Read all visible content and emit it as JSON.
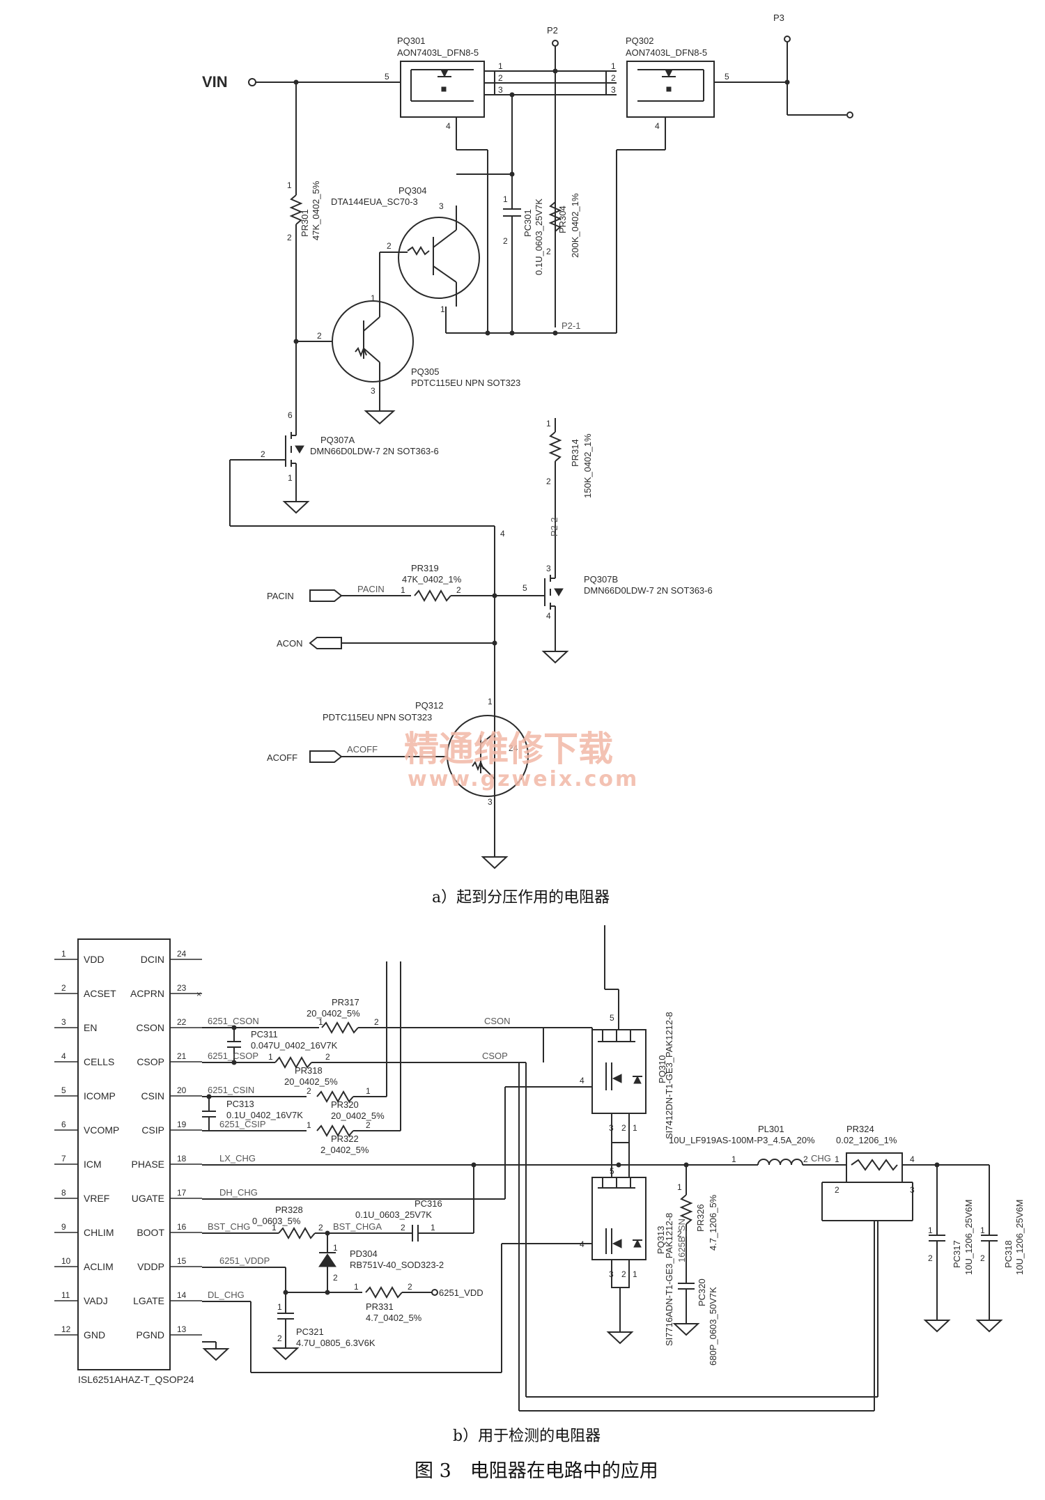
{
  "figure_a": {
    "caption": "a）起到分压作用的电阻器",
    "nets": {
      "vin": "VIN",
      "p2": "P2",
      "p3": "P3",
      "p2_1": "P2-1",
      "p2_2": "P2-2",
      "pacin_wire": "PACIN",
      "acoff_wire": "ACOFF"
    },
    "ports": {
      "pacin": "PACIN",
      "acon": "ACON",
      "acoff": "ACOFF"
    },
    "parts": {
      "pq301_ref": "PQ301",
      "pq301_val": "AON7403L_DFN8-5",
      "pq302_ref": "PQ302",
      "pq302_val": "AON7403L_DFN8-5",
      "pr301_ref": "PR301",
      "pr301_val": "47K_0402_5%",
      "pq304_ref": "PQ304",
      "pq304_val": "DTA144EUA_SC70-3",
      "pc301_ref": "PC301",
      "pc301_val": "0.1U_0603_25V7K",
      "pr304_ref": "PR304",
      "pr304_val": "200K_0402_1%",
      "pq305_ref": "PQ305",
      "pq305_val": "PDTC115EU NPN SOT323",
      "pq307a_ref": "PQ307A",
      "pq307a_val": "DMN66D0LDW-7 2N SOT363-6",
      "pr314_ref": "PR314",
      "pr314_val": "150K_0402_1%",
      "pr319_ref": "PR319",
      "pr319_val": "47K_0402_1%",
      "pq307b_ref": "PQ307B",
      "pq307b_val": "DMN66D0LDW-7 2N SOT363-6",
      "pq312_ref": "PQ312",
      "pq312_val": "PDTC115EU NPN SOT323"
    }
  },
  "figure_b": {
    "caption": "b）用于检测的电阻器",
    "ic": {
      "part": "ISL6251AHAZ-T_QSOP24",
      "left_pins": [
        {
          "num": "1",
          "name": "VDD"
        },
        {
          "num": "2",
          "name": "ACSET"
        },
        {
          "num": "3",
          "name": "EN"
        },
        {
          "num": "4",
          "name": "CELLS"
        },
        {
          "num": "5",
          "name": "ICOMP"
        },
        {
          "num": "6",
          "name": "VCOMP"
        },
        {
          "num": "7",
          "name": "ICM"
        },
        {
          "num": "8",
          "name": "VREF"
        },
        {
          "num": "9",
          "name": "CHLIM"
        },
        {
          "num": "10",
          "name": "ACLIM"
        },
        {
          "num": "11",
          "name": "VADJ"
        },
        {
          "num": "12",
          "name": "GND"
        }
      ],
      "right_pins": [
        {
          "num": "24",
          "name": "DCIN"
        },
        {
          "num": "23",
          "name": "ACPRN"
        },
        {
          "num": "22",
          "name": "CSON"
        },
        {
          "num": "21",
          "name": "CSOP"
        },
        {
          "num": "20",
          "name": "CSIN"
        },
        {
          "num": "19",
          "name": "CSIP"
        },
        {
          "num": "18",
          "name": "PHASE"
        },
        {
          "num": "17",
          "name": "UGATE"
        },
        {
          "num": "16",
          "name": "BOOT"
        },
        {
          "num": "15",
          "name": "VDDP"
        },
        {
          "num": "14",
          "name": "LGATE"
        },
        {
          "num": "13",
          "name": "PGND"
        }
      ]
    },
    "nets": {
      "n22": "6251_CSON",
      "n21": "6251_CSOP",
      "n20": "6251_CSIN",
      "n19": "6251_CSIP",
      "n18": "LX_CHG",
      "n17": "DH_CHG",
      "n16": "BST_CHG",
      "n16b": "BST_CHGA",
      "n15": "6251_VDDP",
      "n14": "DL_CHG",
      "cson": "CSON",
      "csop": "CSOP",
      "chg": "CHG",
      "vdd": "6251_VDD"
    },
    "parts": {
      "pr317_ref": "PR317",
      "pr317_val": "20_0402_5%",
      "pc311_ref": "PC311",
      "pc311_val": "0.047U_0402_16V7K",
      "pr318_ref": "PR318",
      "pr318_val": "20_0402_5%",
      "pc313_ref": "PC313",
      "pc313_val": "0.1U_0402_16V7K",
      "pr320_ref": "PR320",
      "pr320_val": "20_0402_5%",
      "pr322_ref": "PR322",
      "pr322_val": "2_0402_5%",
      "pr328_ref": "PR328",
      "pr328_val": "0_0603_5%",
      "pc316_ref": "PC316",
      "pc316_val": "0.1U_0603_25V7K",
      "pd304_ref": "PD304",
      "pd304_val": "RB751V-40_SOD323-2",
      "pr331_ref": "PR331",
      "pr331_val": "4.7_0402_5%",
      "pc321_ref": "PC321",
      "pc321_val": "4.7U_0805_6.3V6K",
      "pq310_ref": "PQ310",
      "pq310_val": "SI7412DN-T1-GE3_PAK1212-8",
      "pq313_ref": "PQ313",
      "pq313_val": "SI7716ADN-T1-GE3_PAK1212-8",
      "pr326_ref": "PR326",
      "pr326_val": "4.7_1206_5%",
      "pc320_ref": "PC320",
      "pc320_val": "680P_0603_50V7K",
      "pl301_ref": "PL301",
      "pl301_val": "10U_LF919AS-100M-P3_4.5A_20%",
      "pr324_ref": "PR324",
      "pr324_val": "0.02_1206_1%",
      "pc317_ref": "PC317",
      "pc317_val": "10U_1206_25V6M",
      "pc318_ref": "PC318",
      "pc318_val": "10U_1206_25V6M",
      "snb_label": "1625B_SN"
    }
  },
  "figure_title": "图 3　电阻器在电路中的应用",
  "watermark": {
    "line1": "精通维修下载",
    "line2": "www.gzweix.com"
  }
}
